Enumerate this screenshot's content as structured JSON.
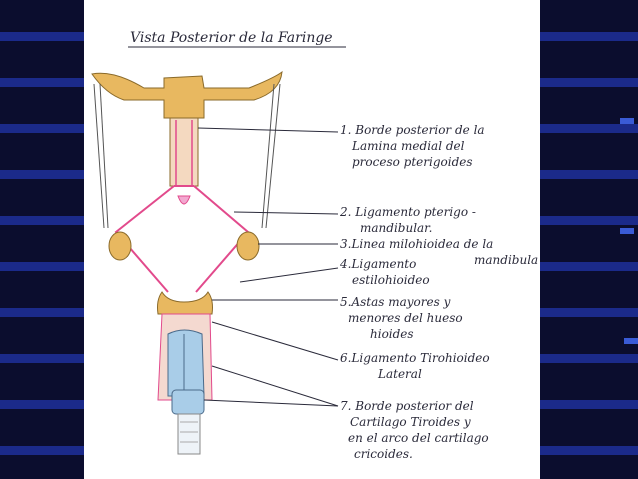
{
  "title": "Vista Posterior de la Faringe",
  "labels": [
    {
      "id": "1",
      "lines": [
        "1. Borde posterior de la",
        "Lamina medial del",
        "proceso pterigoides"
      ]
    },
    {
      "id": "2",
      "lines": [
        "2. Ligamento pterigo -",
        "mandibular."
      ]
    },
    {
      "id": "3",
      "lines": [
        "3.Linea milohioidea de la",
        "mandibula"
      ]
    },
    {
      "id": "4",
      "lines": [
        "4.Ligamento",
        "estilohioideo"
      ]
    },
    {
      "id": "5",
      "lines": [
        "5.Astas mayores y",
        "menores del hueso",
        "hioides"
      ]
    },
    {
      "id": "6",
      "lines": [
        "6.Ligamento Tirohioideo",
        "Lateral"
      ]
    },
    {
      "id": "7",
      "lines": [
        "7. Borde posterior del",
        "Cartilago Tiroides y",
        "en el arco del cartilago",
        "cricoides."
      ]
    }
  ],
  "colors": {
    "background": "#0b0d2e",
    "stripe": "#1b2a8a",
    "bone": "#e8b860",
    "ligament": "#e24a8c",
    "cartilage": "#a9cde8",
    "ink": "#2a2a3a"
  }
}
